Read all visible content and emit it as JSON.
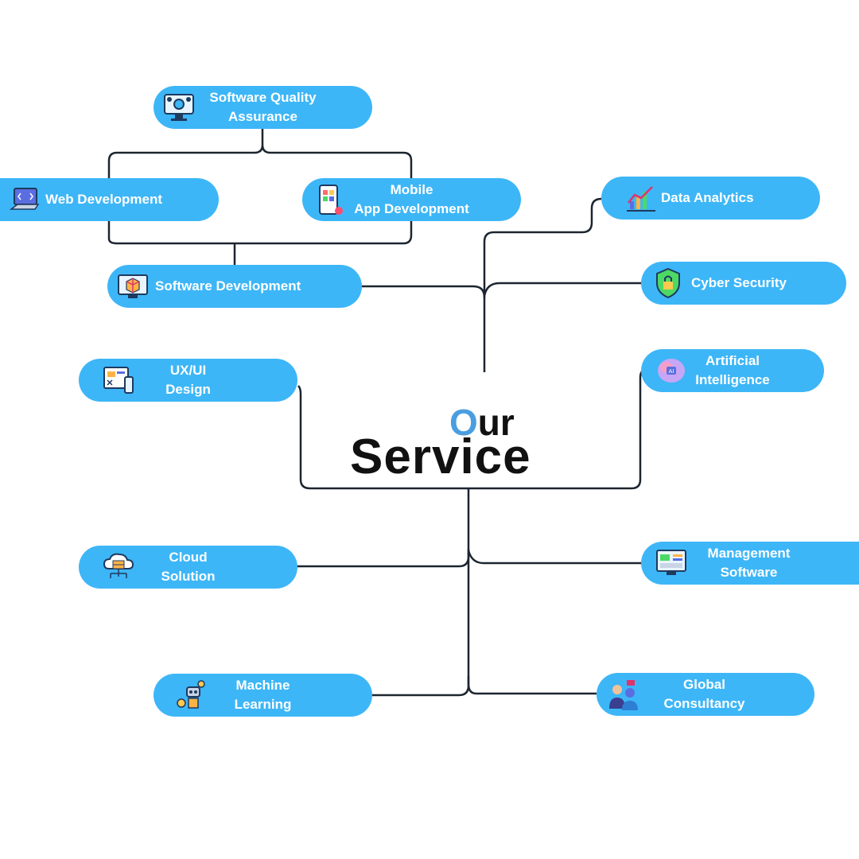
{
  "title": {
    "first_letter": "O",
    "rest": "ur",
    "line2": "Service"
  },
  "colors": {
    "pill": "#3db6f7",
    "accent": "#4a9ee0",
    "line": "#1c2530"
  },
  "services": {
    "sqa": {
      "line1": "Software Quality",
      "line2": "Assurance",
      "icon": "monitor-gear-icon"
    },
    "web": {
      "line1": "Web Development",
      "icon": "laptop-code-icon"
    },
    "mobile": {
      "line1": "Mobile",
      "line2": "App Development",
      "icon": "mobile-app-icon"
    },
    "softdev": {
      "line1": "Software Development",
      "icon": "monitor-cube-icon"
    },
    "uxui": {
      "line1": "UX/UI",
      "line2": "Design",
      "icon": "wireframe-icon"
    },
    "data": {
      "line1": "Data Analytics",
      "icon": "analytics-chart-icon"
    },
    "cyber": {
      "line1": "Cyber Security",
      "icon": "shield-lock-icon"
    },
    "ai": {
      "line1": "Artificial",
      "line2": "Intelligence",
      "icon": "ai-brain-icon"
    },
    "cloud": {
      "line1": "Cloud",
      "line2": "Solution",
      "icon": "cloud-server-icon"
    },
    "mgmt": {
      "line1": "Management",
      "line2": "Software",
      "icon": "dashboard-screen-icon"
    },
    "ml": {
      "line1": "Machine",
      "line2": "Learning",
      "icon": "robot-gear-icon"
    },
    "global": {
      "line1": "Global",
      "line2": "Consultancy",
      "icon": "consultants-icon"
    }
  }
}
